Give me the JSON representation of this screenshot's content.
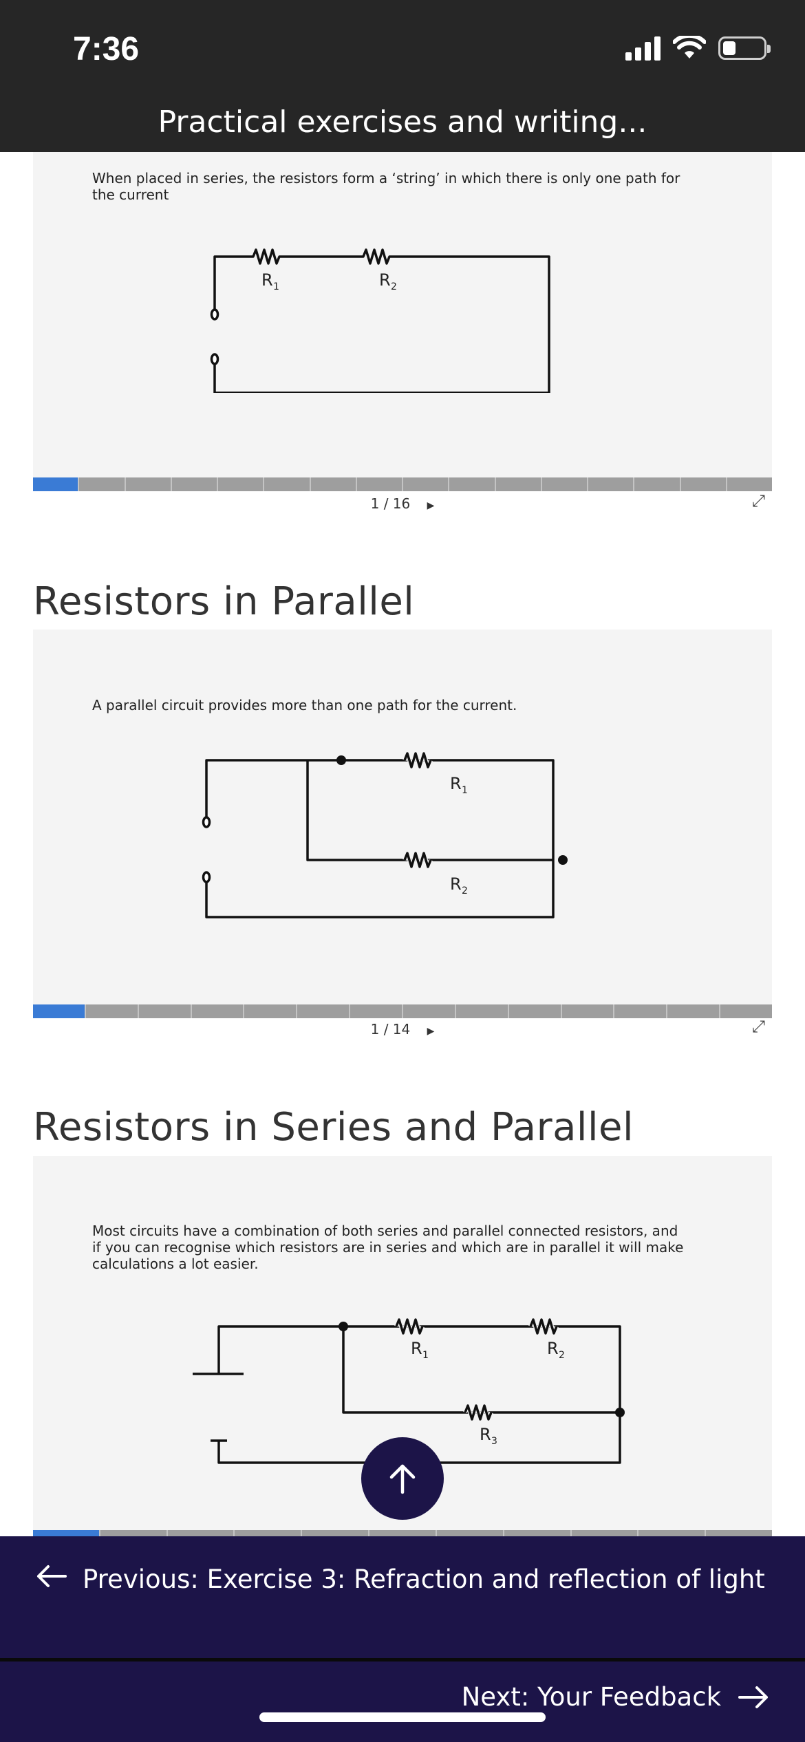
{
  "status_bar": {
    "time": "7:36"
  },
  "header": {
    "title": "Practical exercises and writing..."
  },
  "slides": [
    {
      "text": "When placed in series, the resistors form a ‘string’ in which there is only one path for the current",
      "labels": {
        "r1": "R",
        "r1_sub": "1",
        "r2": "R",
        "r2_sub": "2"
      },
      "pager": {
        "current": "1",
        "sep": "/",
        "total": "16"
      },
      "progress": {
        "segments": 16,
        "current": 1
      }
    },
    {
      "heading": "Resistors in Parallel",
      "text": "A parallel circuit provides more than one path for the current.",
      "labels": {
        "r1": "R",
        "r1_sub": "1",
        "r2": "R",
        "r2_sub": "2"
      },
      "pager": {
        "current": "1",
        "sep": "/",
        "total": "14"
      },
      "progress": {
        "segments": 14,
        "current": 1
      }
    },
    {
      "heading": "Resistors in Series and Parallel",
      "text": "Most circuits have a combination of both series and parallel connected resistors, and if you can recognise which resistors are in series and which are in parallel it will make calculations a lot easier.",
      "labels": {
        "r1": "R",
        "r1_sub": "1",
        "r2": "R",
        "r2_sub": "2",
        "r3": "R",
        "r3_sub": "3"
      },
      "progress": {
        "segments": 11,
        "current": 1
      }
    }
  ],
  "nav": {
    "previous": "Previous: Exercise 3: Refraction and reflection of light",
    "next": "Next: Your Feedback"
  },
  "icons": [
    "signal-icon",
    "wifi-icon",
    "battery-icon",
    "expand-icon",
    "arrow-up-icon",
    "arrow-left-icon",
    "arrow-right-icon"
  ],
  "colors": {
    "header": "#262626",
    "nav": "#1c1448",
    "progress_active": "#3a7bd5",
    "progress_track": "#9e9e9e"
  }
}
